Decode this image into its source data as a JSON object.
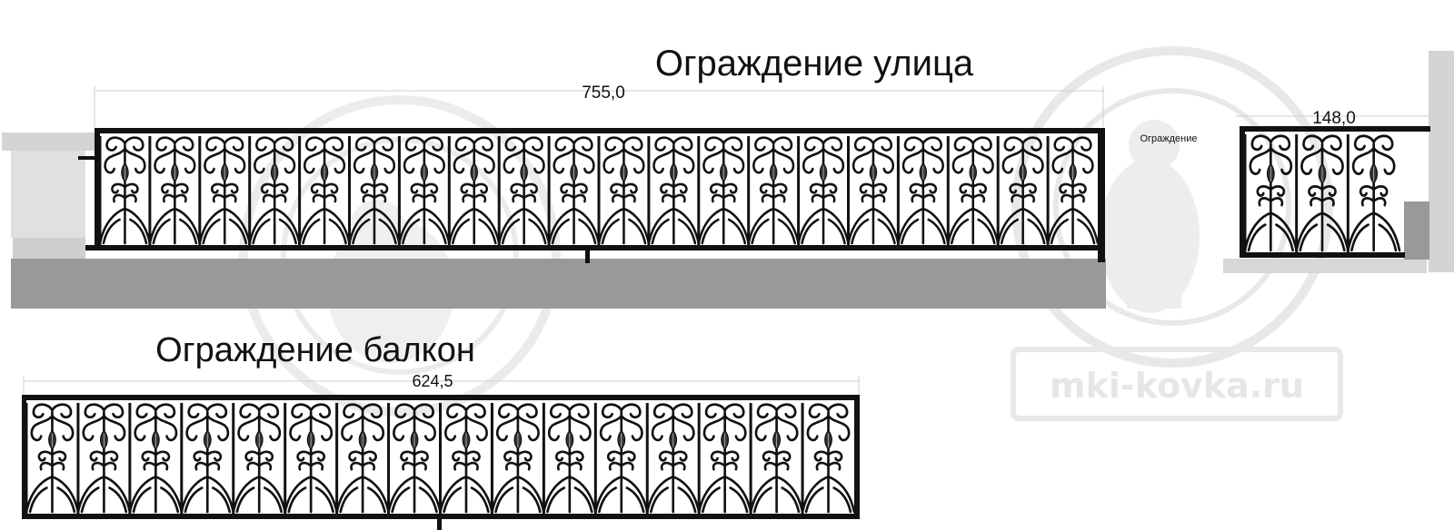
{
  "street": {
    "title": "Ограждение улица",
    "main_dimension": "755,0",
    "side_dimension": "148,0",
    "side_label": "Ограждение",
    "main_panel_count": 20,
    "side_panel_count": 3
  },
  "balcony": {
    "title": "Ограждение балкон",
    "dimension": "624,5",
    "panel_count": 16
  },
  "watermark": {
    "text": "mki-kovka.ru"
  },
  "colors": {
    "iron": "#111111",
    "pillar": "#d4d4d4",
    "ground": "#999999",
    "watermark": "#dcdcdc"
  }
}
